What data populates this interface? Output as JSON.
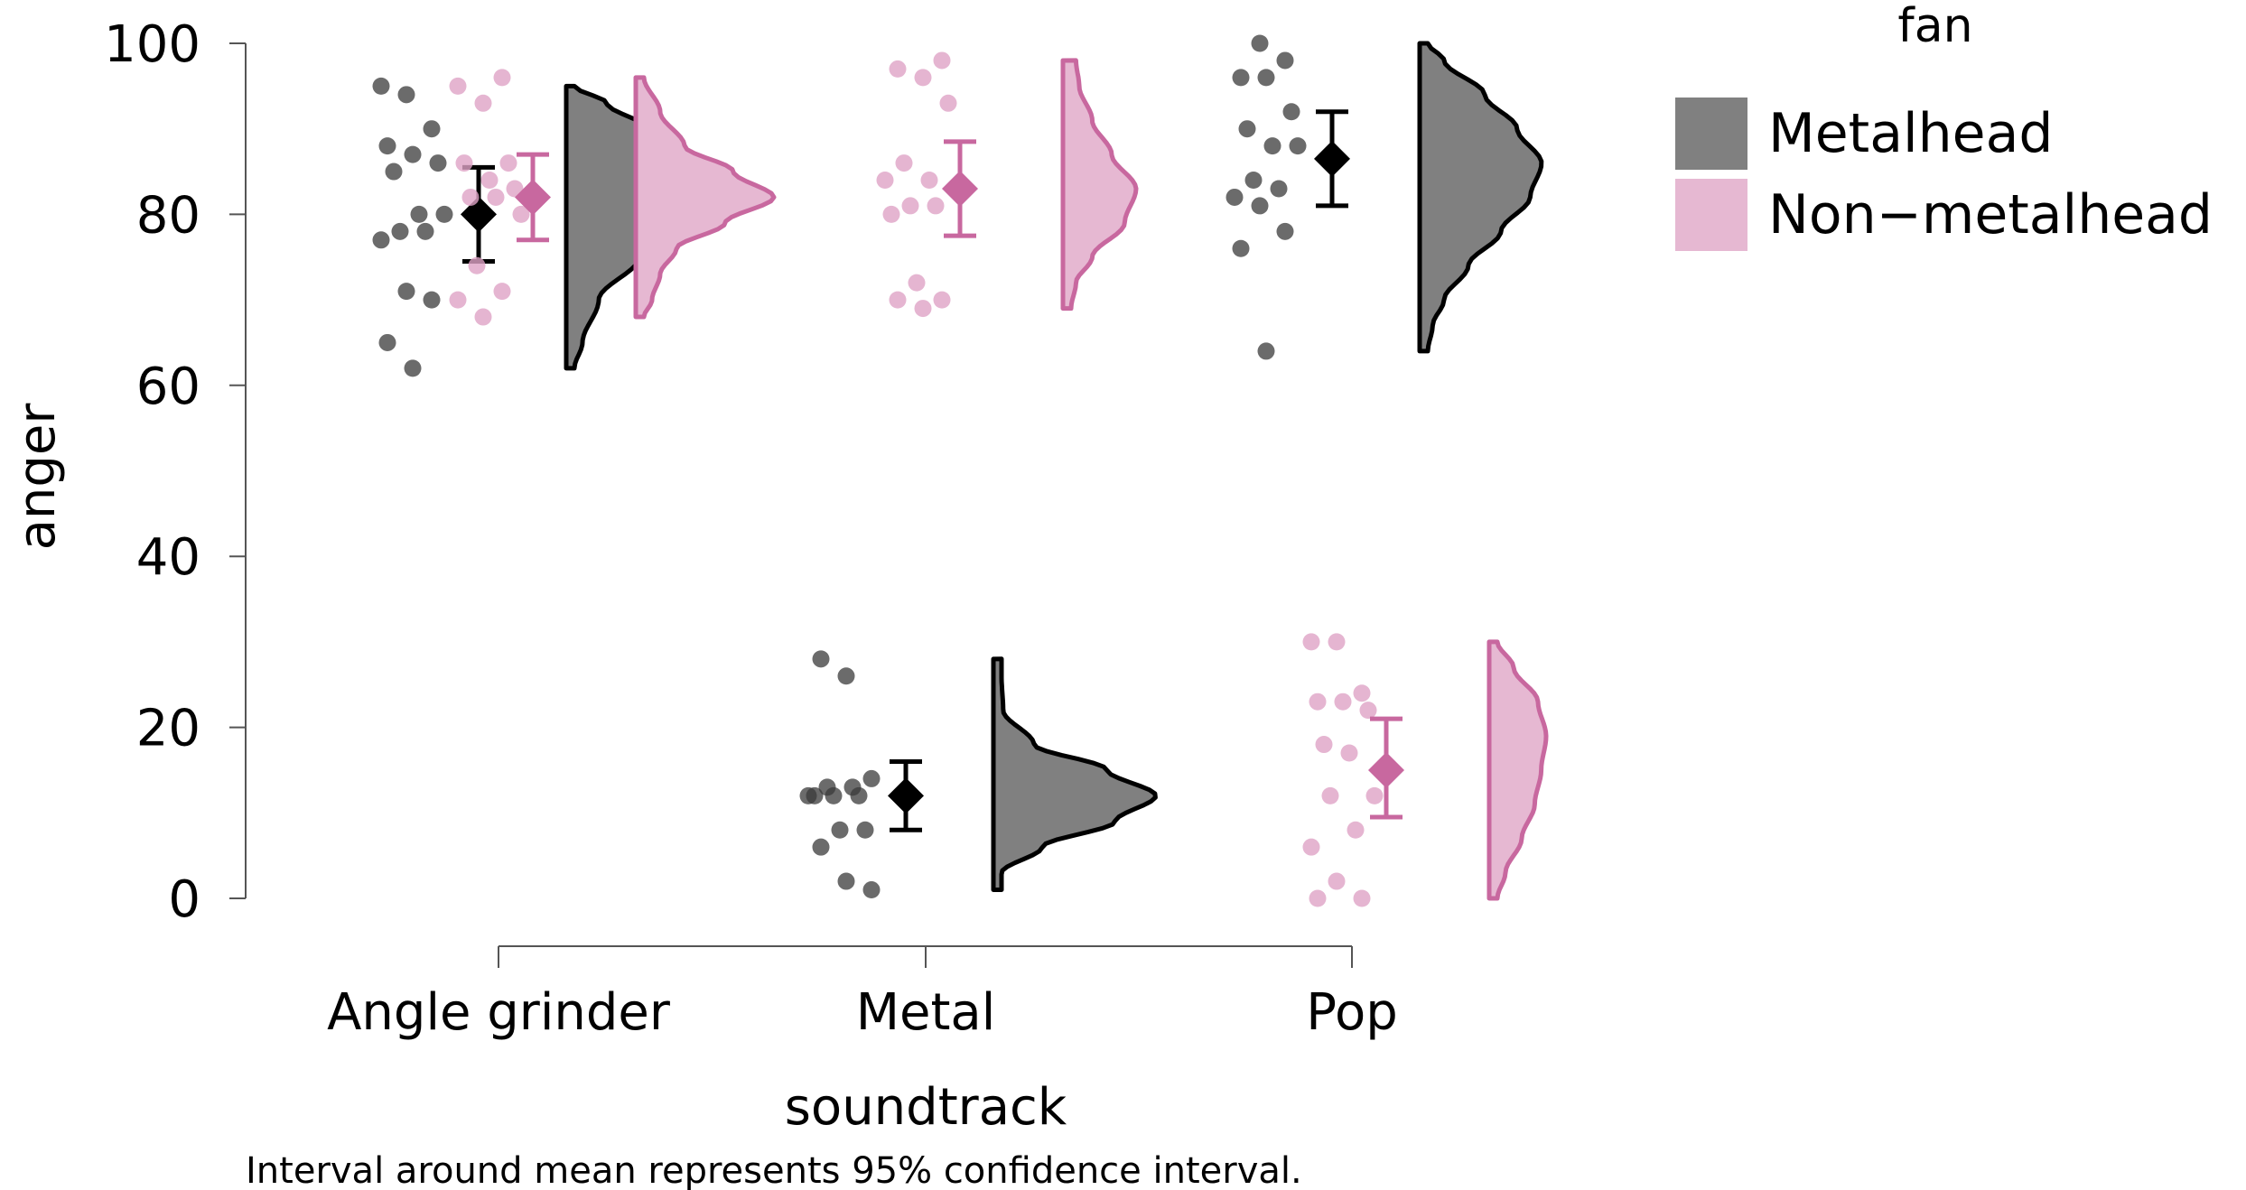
{
  "chart_data": {
    "type": "raincloud",
    "xlabel": "soundtrack",
    "ylabel": "anger",
    "ylim": [
      0,
      100
    ],
    "yticks": [
      0,
      20,
      40,
      60,
      80,
      100
    ],
    "categories": [
      "Angle grinder",
      "Metal",
      "Pop"
    ],
    "legend": {
      "title": "fan",
      "placement": "top-right",
      "entries": [
        {
          "name": "Metalhead",
          "color": "#808080"
        },
        {
          "name": "Non−metalhead",
          "color": "#E6B8D2"
        }
      ]
    },
    "footnote": "Interval around mean represents 95% confidence interval.",
    "colors": {
      "metalhead_fill": "#808080",
      "metalhead_point": "#3a3a3a",
      "metalhead_line": "#000000",
      "nonmetalhead_fill": "#E6B8D2",
      "nonmetalhead_point": "#DFA3C6",
      "nonmetalhead_line": "#C8689F"
    },
    "series": [
      {
        "name": "Metalhead",
        "groups": [
          {
            "category": "Angle grinder",
            "mean": 80,
            "ci": [
              74.5,
              85.5
            ],
            "points": [
              95,
              94,
              90,
              88,
              87,
              86,
              85,
              80,
              80,
              78,
              78,
              77,
              71,
              70,
              65,
              62
            ],
            "density": {
              "range": [
                62,
                95
              ],
              "profile": [
                [
                  62,
                  0.05
                ],
                [
                  65,
                  0.1
                ],
                [
                  70,
                  0.2
                ],
                [
                  75,
                  0.45
                ],
                [
                  80,
                  0.75
                ],
                [
                  83,
                  0.9
                ],
                [
                  86,
                  0.8
                ],
                [
                  90,
                  0.5
                ],
                [
                  93,
                  0.25
                ],
                [
                  95,
                  0.05
                ]
              ]
            }
          },
          {
            "category": "Metal",
            "mean": 12,
            "ci": [
              8,
              16
            ],
            "points": [
              28,
              26,
              14,
              13,
              13,
              12,
              12,
              12,
              12,
              8,
              8,
              6,
              2,
              1
            ],
            "density": {
              "range": [
                1,
                28
              ],
              "profile": [
                [
                  1,
                  0.05
                ],
                [
                  3,
                  0.05
                ],
                [
                  6,
                  0.3
                ],
                [
                  9,
                  0.75
                ],
                [
                  12,
                  1.0
                ],
                [
                  15,
                  0.7
                ],
                [
                  18,
                  0.25
                ],
                [
                  22,
                  0.06
                ],
                [
                  26,
                  0.05
                ],
                [
                  28,
                  0.05
                ]
              ]
            }
          },
          {
            "category": "Pop",
            "mean": 86.5,
            "ci": [
              81,
              92
            ],
            "points": [
              100,
              98,
              96,
              96,
              92,
              90,
              88,
              88,
              84,
              83,
              82,
              81,
              78,
              76,
              64
            ],
            "density": {
              "range": [
                64,
                100
              ],
              "profile": [
                [
                  64,
                  0.05
                ],
                [
                  67,
                  0.08
                ],
                [
                  70,
                  0.15
                ],
                [
                  74,
                  0.3
                ],
                [
                  78,
                  0.5
                ],
                [
                  82,
                  0.68
                ],
                [
                  86,
                  0.75
                ],
                [
                  90,
                  0.6
                ],
                [
                  94,
                  0.4
                ],
                [
                  98,
                  0.15
                ],
                [
                  100,
                  0.05
                ]
              ]
            }
          }
        ]
      },
      {
        "name": "Non−metalhead",
        "groups": [
          {
            "category": "Angle grinder",
            "mean": 82,
            "ci": [
              77,
              87
            ],
            "points": [
              96,
              95,
              93,
              86,
              86,
              84,
              83,
              82,
              82,
              80,
              74,
              71,
              70,
              68
            ],
            "density": {
              "range": [
                68,
                96
              ],
              "profile": [
                [
                  68,
                  0.05
                ],
                [
                  70,
                  0.1
                ],
                [
                  73,
                  0.15
                ],
                [
                  76,
                  0.25
                ],
                [
                  79,
                  0.55
                ],
                [
                  82,
                  0.85
                ],
                [
                  85,
                  0.6
                ],
                [
                  88,
                  0.3
                ],
                [
                  92,
                  0.15
                ],
                [
                  96,
                  0.05
                ]
              ]
            }
          },
          {
            "category": "Metal",
            "mean": 83,
            "ci": [
              77.5,
              88.5
            ],
            "points": [
              98,
              97,
              96,
              93,
              86,
              84,
              84,
              81,
              81,
              80,
              72,
              70,
              70,
              69
            ],
            "density": {
              "range": [
                69,
                98
              ],
              "profile": [
                [
                  69,
                  0.05
                ],
                [
                  72,
                  0.08
                ],
                [
                  75,
                  0.18
                ],
                [
                  79,
                  0.38
                ],
                [
                  83,
                  0.45
                ],
                [
                  87,
                  0.3
                ],
                [
                  91,
                  0.18
                ],
                [
                  95,
                  0.1
                ],
                [
                  98,
                  0.08
                ]
              ]
            }
          },
          {
            "category": "Pop",
            "mean": 15,
            "ci": [
              9.5,
              21
            ],
            "points": [
              30,
              30,
              24,
              23,
              23,
              22,
              18,
              17,
              12,
              12,
              8,
              6,
              2,
              0,
              0
            ],
            "density": {
              "range": [
                0,
                30
              ],
              "profile": [
                [
                  0,
                  0.05
                ],
                [
                  3,
                  0.1
                ],
                [
                  7,
                  0.2
                ],
                [
                  11,
                  0.28
                ],
                [
                  15,
                  0.32
                ],
                [
                  19,
                  0.35
                ],
                [
                  23,
                  0.3
                ],
                [
                  27,
                  0.15
                ],
                [
                  30,
                  0.05
                ]
              ]
            }
          }
        ]
      }
    ]
  }
}
